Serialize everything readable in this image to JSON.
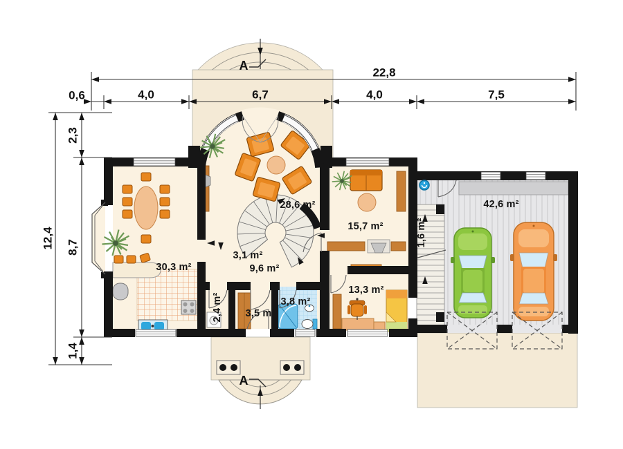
{
  "section_marks": {
    "top": "A",
    "bottom": "A"
  },
  "dimensions": {
    "horizontal": {
      "total": "22,8",
      "segments": [
        "0,6",
        "4,0",
        "6,7",
        "4,0",
        "7,5"
      ]
    },
    "vertical": {
      "total": "12,4",
      "segments": [
        "2,3",
        "8,7",
        "1,4"
      ]
    }
  },
  "rooms": {
    "living_room": "28,6 m²",
    "dining_kitchen": "30,3 m²",
    "lounge": "15,7 m²",
    "hall": "9,6 m²",
    "spiral_stairs": "3,1 m²",
    "wc": "2,4 m²",
    "vestibule": "3,5 m²",
    "bathroom": "3,8 m²",
    "bedroom": "13,3 m²",
    "garage_stairs": "1,6 m²",
    "garage": "42,6 m²"
  },
  "palette": {
    "wall": "#161616",
    "floor": "#fbf2e1",
    "outdoor": "#f4ead6",
    "furniture_orange": "#e8871f",
    "wood_brown": "#c87f35",
    "car_green": "#8cc63f",
    "car_orange": "#f39a4e",
    "water_blue": "#29a3dc",
    "tile_blue": "#cfe9f7",
    "garage_floor": "#e7e7e9"
  }
}
